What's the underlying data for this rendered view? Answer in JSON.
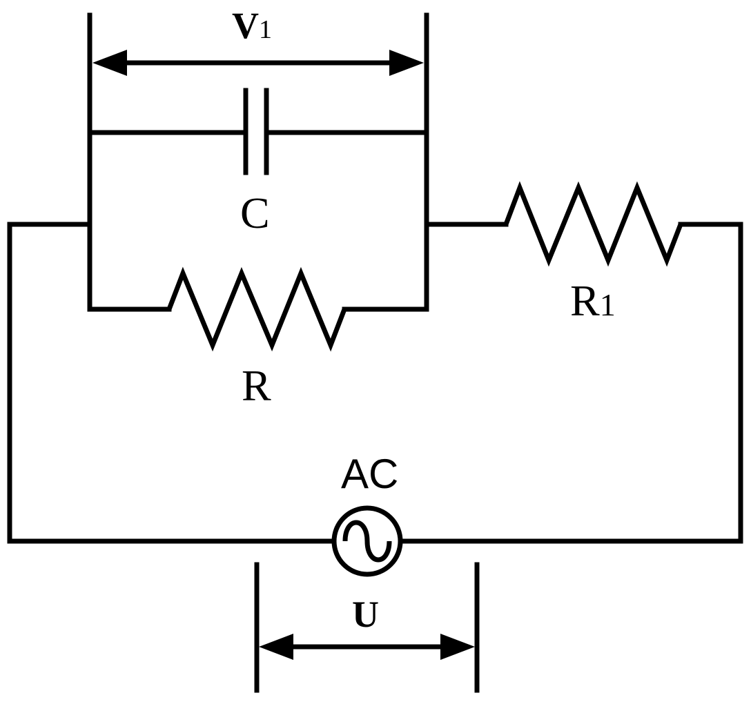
{
  "diagram": {
    "labels": {
      "v1": {
        "main": "V",
        "sub": "1"
      },
      "capacitor": "C",
      "resistor": "R",
      "resistor1": {
        "main": "R",
        "sub": "1"
      },
      "source": "AC",
      "voltage_u": "U"
    },
    "components": [
      {
        "name": "capacitor",
        "symbol": "capacitor",
        "label": "C"
      },
      {
        "name": "resistor",
        "symbol": "zigzag-resistor",
        "label": "R"
      },
      {
        "name": "resistor-1",
        "symbol": "zigzag-resistor",
        "label": "R1"
      },
      {
        "name": "ac-source",
        "symbol": "ac-source-icon",
        "label": "AC"
      }
    ],
    "measurements": [
      {
        "name": "v1",
        "across": "C || R"
      },
      {
        "name": "u",
        "across": "AC source"
      }
    ],
    "colors": {
      "stroke": "#000000",
      "background": "#ffffff"
    }
  }
}
